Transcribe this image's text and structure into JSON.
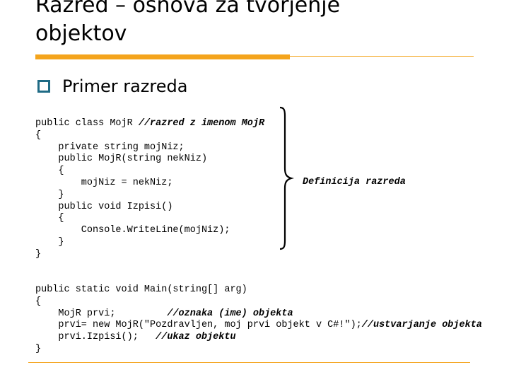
{
  "slide": {
    "title_line1": "Razred – osnova za tvorjenje",
    "title_line2": "objektov",
    "bullet": "Primer razreda",
    "brace_label": "Definicija razreda",
    "accent_color": "#f4a41c",
    "bullet_color": "#1f6b85"
  },
  "code_block1": [
    {
      "code": "public class MojR ",
      "comment": "//razred z imenom MojR"
    },
    {
      "code": "{",
      "comment": ""
    },
    {
      "code": "    private string mojNiz;",
      "comment": ""
    },
    {
      "code": "    public MojR(string nekNiz)",
      "comment": ""
    },
    {
      "code": "    {",
      "comment": ""
    },
    {
      "code": "        mojNiz = nekNiz;",
      "comment": ""
    },
    {
      "code": "    }",
      "comment": ""
    },
    {
      "code": "    public void Izpisi()",
      "comment": ""
    },
    {
      "code": "    {",
      "comment": ""
    },
    {
      "code": "        Console.WriteLine(mojNiz);",
      "comment": ""
    },
    {
      "code": "    }",
      "comment": ""
    },
    {
      "code": "}",
      "comment": ""
    }
  ],
  "code_block2": [
    {
      "code": "public static void Main(string[] arg)",
      "comment": ""
    },
    {
      "code": "{",
      "comment": ""
    },
    {
      "code": "    MojR prvi;         ",
      "comment": "//oznaka (ime) objekta"
    },
    {
      "code": "    prvi= new MojR(\"Pozdravljen, moj prvi objekt v C#!\");",
      "comment": "//ustvarjanje objekta"
    },
    {
      "code": "    prvi.Izpisi();   ",
      "comment": "//ukaz objektu"
    },
    {
      "code": "}",
      "comment": ""
    }
  ]
}
